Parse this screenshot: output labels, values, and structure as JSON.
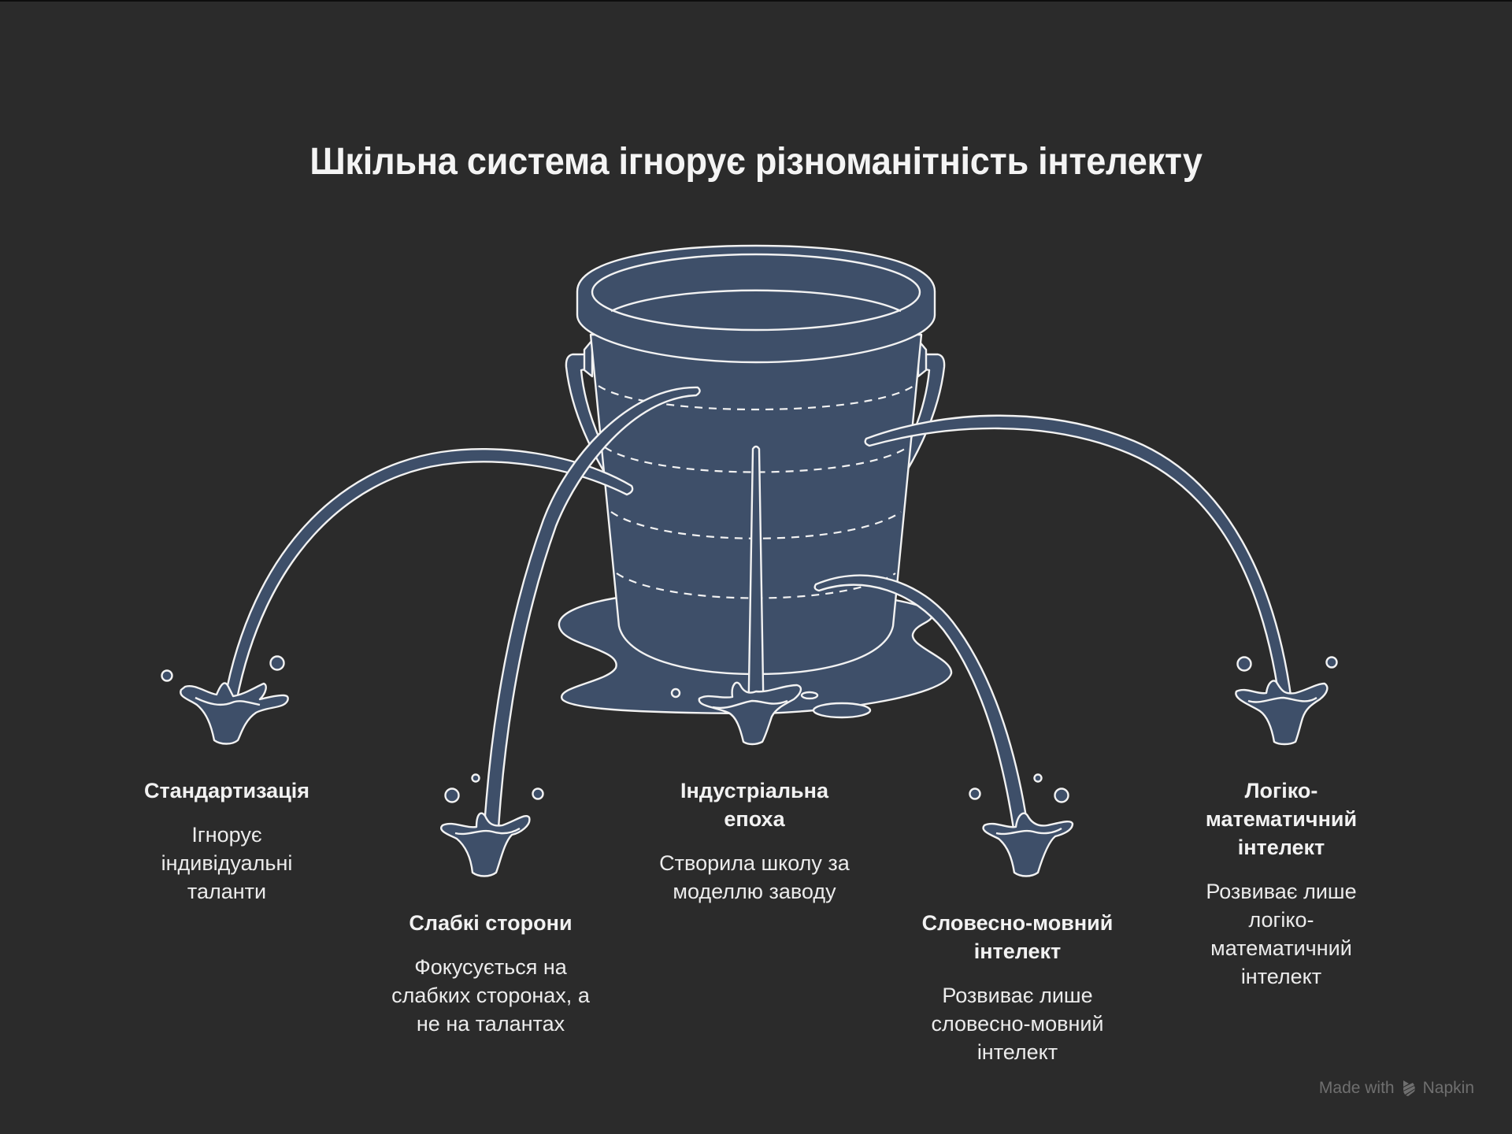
{
  "title": "Шкільна система ігнорує різноманітність інтелекту",
  "colors": {
    "background": "#2b2b2b",
    "fill": "#3e4f69",
    "stroke": "#f2f2f2",
    "text": "#f2f2f2",
    "watermark": "#6f6f6f"
  },
  "items": [
    {
      "heading": "Стандартизація",
      "description": "Ігнорує індивідуальні таланти"
    },
    {
      "heading": "Слабкі сторони",
      "description": "Фокусується на слабких сторонах, а не на талантах"
    },
    {
      "heading": "Індустріальна епоха",
      "description": "Створила школу за моделлю заводу"
    },
    {
      "heading": "Словесно-мовний інтелект",
      "description": "Розвиває лише словесно-мовний інтелект"
    },
    {
      "heading": "Логіко-математичний інтелект",
      "description": "Розвиває лише логіко-математичний інтелект"
    }
  ],
  "watermark": {
    "prefix": "Made with",
    "brand": "Napkin",
    "icon": "napkin-logo-icon"
  }
}
